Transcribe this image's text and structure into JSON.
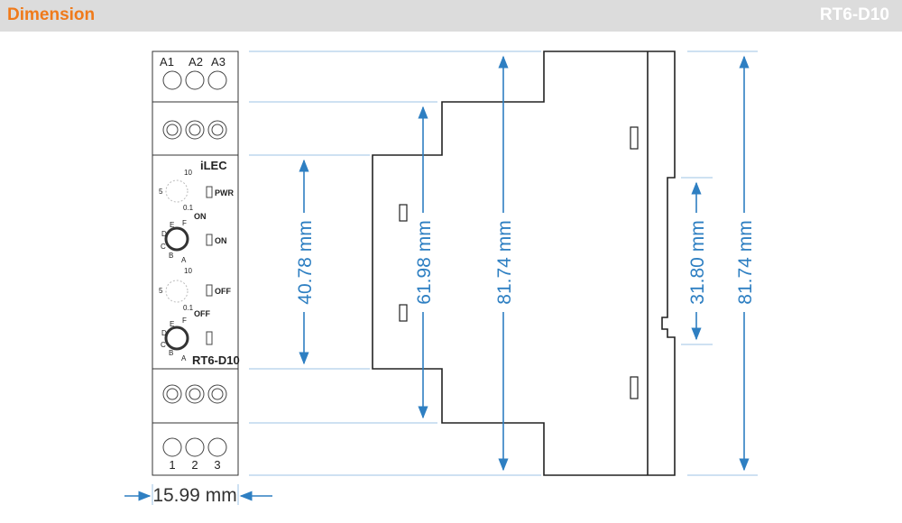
{
  "header": {
    "title": "Dimension",
    "model": "RT6-D10"
  },
  "front": {
    "top_terminals": [
      "A1",
      "A2",
      "A3"
    ],
    "bottom_terminals": [
      "1",
      "2",
      "3"
    ],
    "brand": "iLEC",
    "model_label": "RT6-D10",
    "dial1": {
      "max": "10",
      "mid": "5",
      "min": "0.1",
      "label": "ON"
    },
    "dial2": {
      "letters": [
        "F",
        "E",
        "D",
        "C",
        "B",
        "A"
      ]
    },
    "dial3": {
      "max": "10",
      "mid": "5",
      "min": "0.1",
      "label": "OFF"
    },
    "dial4": {
      "letters": [
        "F",
        "E",
        "D",
        "C",
        "B",
        "A"
      ]
    },
    "leds": [
      "PWR",
      "ON",
      "OFF"
    ]
  },
  "dimensions": {
    "width": "15.99 mm",
    "front_height": "40.78 mm",
    "mid_height": "61.98 mm",
    "total_height": "81.74 mm",
    "rail_height": "31.80 mm",
    "total_height_right": "81.74 mm"
  },
  "colors": {
    "title": "#f07a1a",
    "dimension": "#2e7fc2",
    "header_bg": "#dcdcdc"
  }
}
